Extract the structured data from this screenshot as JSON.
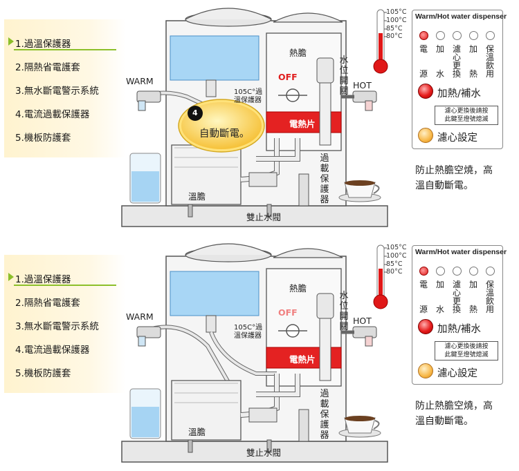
{
  "features": [
    "1.過溫保護器",
    "2.隔熱省電護套",
    "3.無水斷電警示系統",
    "4.電流過載保護器",
    "5.機板防護套"
  ],
  "diagram": {
    "hot_tank": "熱膽",
    "warm_tank": "溫膽",
    "water_level": [
      "水",
      "位",
      "開",
      "關"
    ],
    "warm_label": "WARM",
    "hot_label": "HOT",
    "off_label": "OFF",
    "protector_line1": "105C°過",
    "protector_line2": "溫保護器",
    "heater": "電熱片",
    "overload": [
      "過",
      "載",
      "保",
      "護",
      "器"
    ],
    "dual_valve": "雙止水閥"
  },
  "callout": {
    "number": "4",
    "text": "自動斷電。"
  },
  "thermometer": {
    "ticks": [
      "105°C",
      "100°C",
      "85°C",
      "80°C"
    ]
  },
  "control_panel": {
    "title": "Warm/Hot water dispenser",
    "indicators": [
      {
        "top": "電",
        "bottom": "源",
        "on": true
      },
      {
        "top": "加",
        "bottom": "水",
        "on": false
      },
      {
        "top": "濾心更",
        "bottom": "換",
        "on": false
      },
      {
        "top": "加",
        "bottom": "熱",
        "on": false
      },
      {
        "top": "保溫飲",
        "bottom": "用",
        "on": false
      }
    ],
    "heat_button": "加熱/補水",
    "note_line1": "濾心更換後請按",
    "note_line2": "此鍵至燈號熄滅",
    "filter_button": "濾心設定"
  },
  "caption": {
    "line1": "防止熱膽空燒，高",
    "line2": "溫自動斷電。"
  }
}
